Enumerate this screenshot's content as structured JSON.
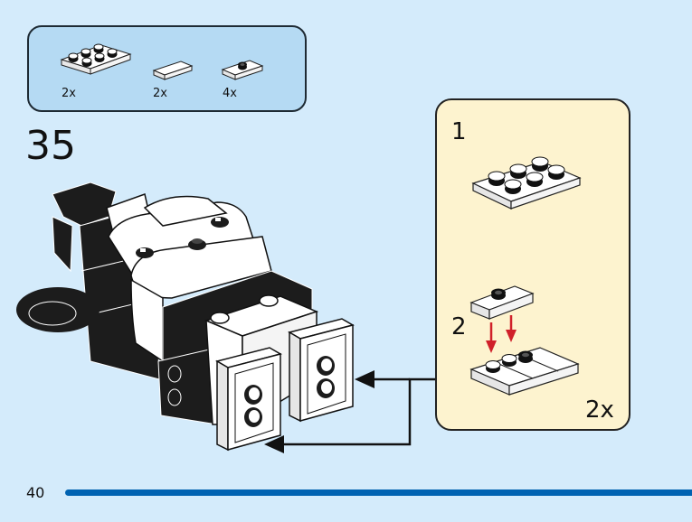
{
  "parts_list": {
    "items": [
      {
        "name": "plate-2x3",
        "quantity": "2x",
        "color": "white"
      },
      {
        "name": "tile-1x2",
        "quantity": "2x",
        "color": "white"
      },
      {
        "name": "plate-1x2-with-1-stud",
        "quantity": "4x",
        "color": "white"
      }
    ]
  },
  "step": {
    "number": "35"
  },
  "sub_assembly": {
    "steps": [
      {
        "label": "1"
      },
      {
        "label": "2"
      }
    ],
    "multiplier": "2x"
  },
  "colors": {
    "page_background": "#d4ebfb",
    "parts_box_background": "#b5daf3",
    "sub_panel_background": "#fdf3cf",
    "arrow_red": "#d0202a",
    "page_bar": "#0062b1"
  },
  "footer": {
    "page_number": "40"
  }
}
